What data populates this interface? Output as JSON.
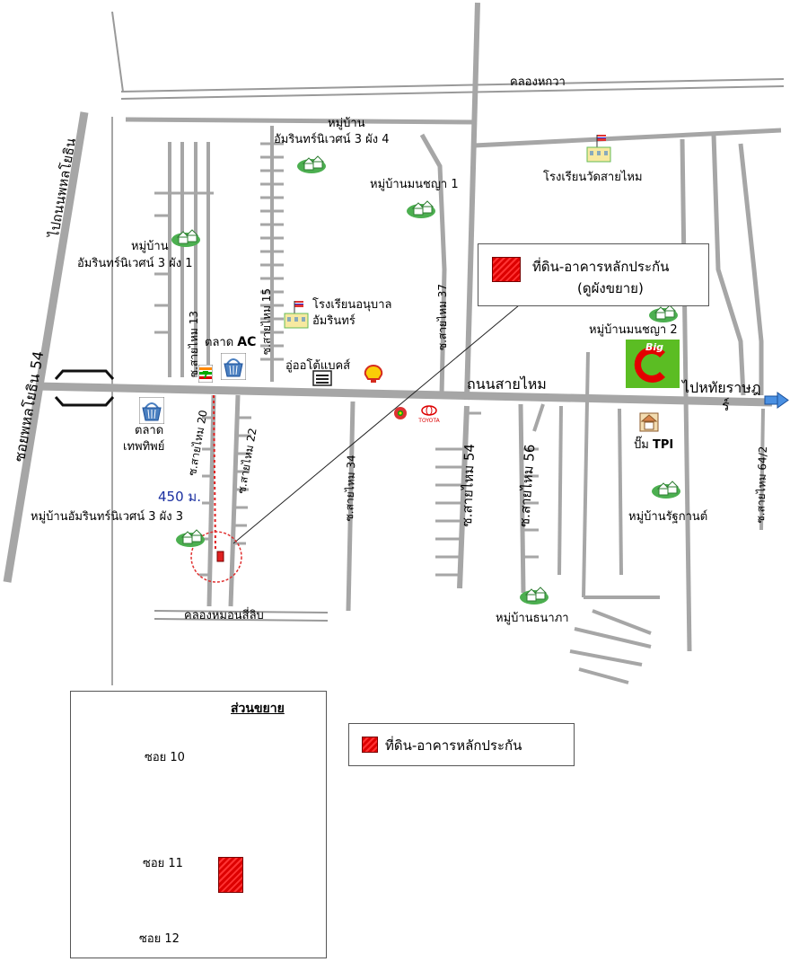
{
  "title": "ที่ดิน-อาคารหลักประกัน",
  "labels": {
    "canal_top": "คลองหกวา",
    "canal_bottom": "คลองหมอนสี่ลิบ",
    "road_left_top": "ไปถนนพหลโยธิน",
    "road_left": "ซอยพหลโยธิน 54",
    "main_road": "ถนนสายไหม",
    "to_east": "ไปหทัยราษฎ",
    "to_east_cont": "ร์",
    "village_amarin3_4_line1": "หมู่บ้าน",
    "village_amarin3_4_line2": "อัมรินทร์นิเวศน์ 3 ผัง 4",
    "village_amarin3_1_line1": "หมู่บ้าน",
    "village_amarin3_1_line2": "อัมรินทร์นิเวศน์ 3 ผัง 1",
    "village_monchaya1": "หมู่บ้านมนชญา 1",
    "school_wat": "โรงเรียนวัดสายไหม",
    "school_kinder_line1": "โรงเรียนอนุบาล",
    "school_kinder_line2": "อัมรินทร์",
    "market_ac_prefix": "ตลาด",
    "market_ac_suffix": "AC",
    "auto_backs": "อู่ออโต้แบคส์",
    "market_thepthip_line1": "ตลาด",
    "market_thepthip_line2": "เทพทิพย์",
    "village_monchaya2": "หมู่บ้านมนชญา 2",
    "pump_tpi_prefix": "ปั๊ม",
    "pump_tpi_suffix": "TPI",
    "village_ratthakan": "หมู่บ้านรัฐกานต์",
    "village_thanapha": "หมู่บ้านธนาภา",
    "village_amarin3_3": "หมู่บ้านอัมรินทร์นิเวศน์ 3 ผัง 3",
    "distance": "450 ม.",
    "soi_13": "ซ.สายไหม 13",
    "soi_15": "ซ.สายไหม 15",
    "soi_37": "ซ.สายไหม 37",
    "soi_20": "ซ.สายไหม 20",
    "soi_22": "ซ.สายไหม 22",
    "soi_34": "ซ.สายไหม 34",
    "soi_54": "ซ.สายไหม 54",
    "soi_56": "ซ.สายไหม 56",
    "soi_64_2": "ซ.สายไหม 64/2",
    "toyota": "TOYOTA",
    "big_c_logo": "Big"
  },
  "legend_top": {
    "line1": "ที่ดิน-อาคารหลักประกัน",
    "line2": "(ดูผังขยาย)"
  },
  "legend_bottom": {
    "label": "ที่ดิน-อาคารหลักประกัน"
  },
  "inset": {
    "title": "ส่วนขยาย",
    "soi_10": "ซอย 10",
    "soi_11": "ซอย 11",
    "soi_12": "ซอย 12"
  },
  "colors": {
    "road": "#a6a6a6",
    "canal": "#8c8c8c",
    "marker": "#e02020",
    "circle": "#e03030",
    "distance_text": "#1a2fa0"
  },
  "icons": [
    "village-icon",
    "school-icon",
    "market-basket-icon",
    "seven-eleven-icon",
    "shell-icon",
    "toyota-icon",
    "big-c-icon",
    "gas-pump-icon",
    "bridge-icon",
    "arrow-right-icon"
  ]
}
